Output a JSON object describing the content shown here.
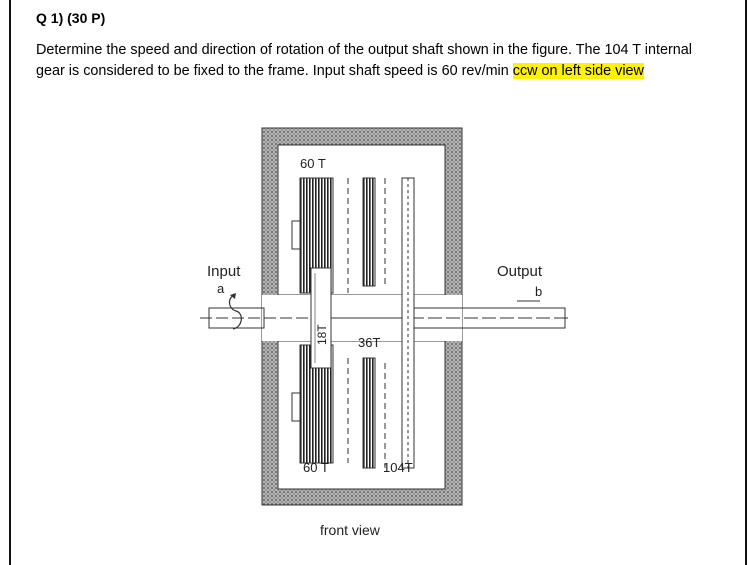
{
  "question": {
    "title": "Q 1) (30 P)",
    "text_main": "Determine the speed and direction of rotation of the output shaft shown in the figure. The 104 T internal gear is considered to be fixed to the frame. Input shaft speed is 60 rev/min ",
    "text_highlight": "ccw on left side view"
  },
  "figure": {
    "input_label": "Input",
    "input_point": "a",
    "output_label": "Output",
    "output_point": "b",
    "gear_top_planet": "60 T",
    "gear_bottom_planet": "60 T",
    "gear_sun": "18T",
    "gear_middle": "36T",
    "gear_internal": "104T",
    "caption": "front view"
  },
  "colors": {
    "highlight": "#fff200",
    "frame_hatch": "#8a8a8a"
  }
}
